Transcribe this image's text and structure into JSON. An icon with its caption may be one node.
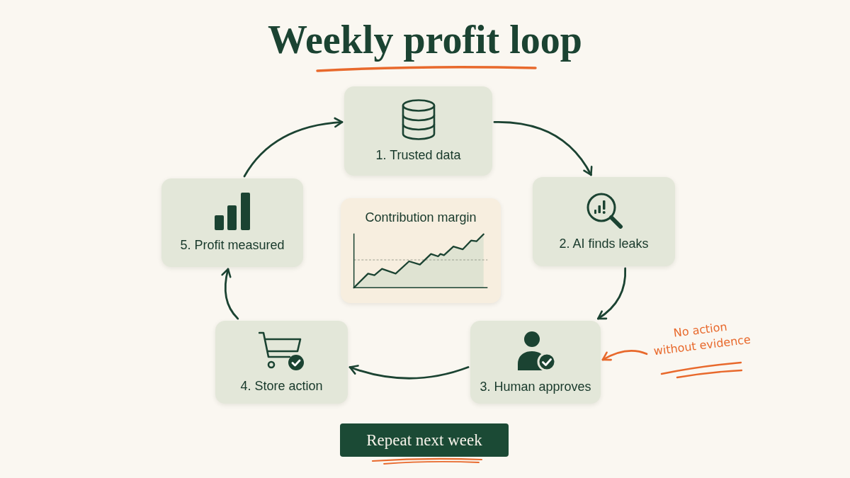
{
  "diagram": {
    "title": "Weekly profit loop",
    "nodes": [
      {
        "text": [
          "1. Trusted data"
        ]
      },
      {
        "text": [
          "2. AI finds leaks"
        ]
      },
      {
        "text": [
          "3. Human approves"
        ]
      },
      {
        "text": [
          "4. Store action"
        ]
      },
      {
        "text": [
          "5. Profit measured"
        ]
      },
      {
        "text": [
          "Contribution margin"
        ]
      },
      {
        "text": [
          "Repeat next week"
        ]
      },
      {
        "text": [
          "No action without evidence"
        ]
      }
    ],
    "edges": [
      {
        "from": 0,
        "to": 1,
        "arrow": "to"
      },
      {
        "from": 1,
        "to": 2,
        "arrow": "to"
      },
      {
        "from": 2,
        "to": 3,
        "arrow": "to"
      },
      {
        "from": 3,
        "to": 4,
        "arrow": "to"
      },
      {
        "from": 4,
        "to": 0,
        "arrow": "to"
      },
      {
        "from": 7,
        "to": 2,
        "arrow": "to",
        "color": "#e8692c"
      }
    ]
  }
}
